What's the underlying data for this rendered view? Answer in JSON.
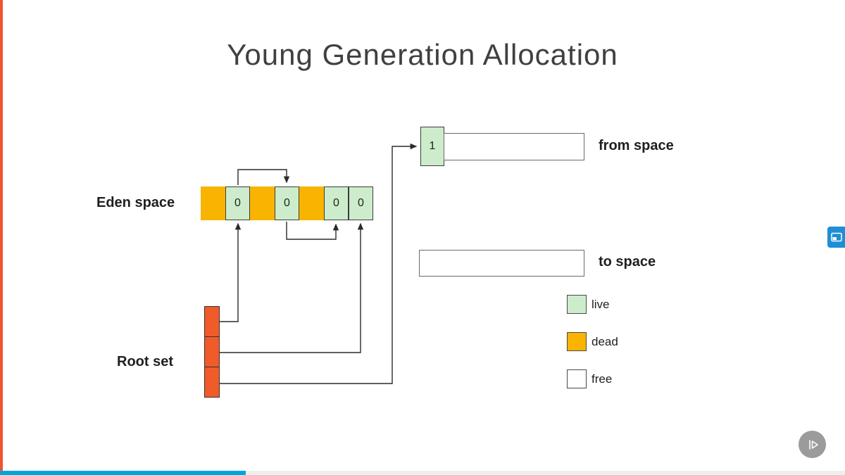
{
  "title": "Young Generation Allocation",
  "eden": {
    "label": "Eden space",
    "cells": [
      {
        "type": "dead",
        "label": ""
      },
      {
        "type": "live",
        "label": "0"
      },
      {
        "type": "dead",
        "label": ""
      },
      {
        "type": "live",
        "label": "0"
      },
      {
        "type": "dead",
        "label": ""
      },
      {
        "type": "live",
        "label": "0"
      },
      {
        "type": "live",
        "label": "0"
      }
    ]
  },
  "from_space": {
    "cell_value": "1",
    "label": "from space"
  },
  "to_space": {
    "label": "to space"
  },
  "root_set": {
    "label": "Root set",
    "cell_count": 3
  },
  "legend": [
    {
      "key": "live",
      "label": "live"
    },
    {
      "key": "dead",
      "label": "dead"
    },
    {
      "key": "free",
      "label": "free"
    }
  ],
  "colors": {
    "live": "#cdeccb",
    "dead": "#f8b400",
    "free": "#ffffff",
    "root": "#f15b2a",
    "left_accent": "#f0542e",
    "accent_blue": "#1e8fd5",
    "progress": "#00a5dc",
    "arrow": "#2b2b2b"
  },
  "player": {
    "progress_percent": 29,
    "icons": {
      "pip": "picture-in-picture-icon",
      "play": "pluralsight-play-icon"
    }
  }
}
